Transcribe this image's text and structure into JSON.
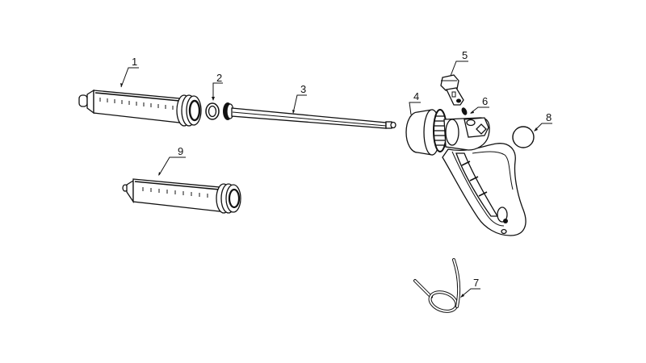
{
  "diagram": {
    "type": "exploded-view",
    "subject": "syringe injector gun assembly",
    "background": "#ffffff",
    "line_color": "#111111",
    "callouts": [
      {
        "number": "1",
        "part": "syringe-barrel-large"
      },
      {
        "number": "2",
        "part": "o-ring"
      },
      {
        "number": "3",
        "part": "plunger-rod"
      },
      {
        "number": "4",
        "part": "gun-body-handle"
      },
      {
        "number": "5",
        "part": "trigger-latch"
      },
      {
        "number": "6",
        "part": "small-spring"
      },
      {
        "number": "7",
        "part": "torsion-spring"
      },
      {
        "number": "8",
        "part": "ball"
      },
      {
        "number": "9",
        "part": "syringe-barrel-small"
      }
    ]
  }
}
